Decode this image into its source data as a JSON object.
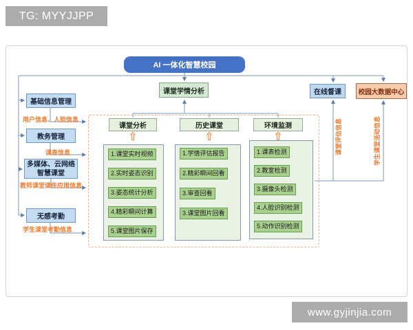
{
  "watermark_top": "TG: MYYJJPP",
  "watermark_bottom": "www.gyjinjia.com",
  "diagram": {
    "root": "AI 一体化智慧校园",
    "hub": "课堂学情分析",
    "left_modules": [
      {
        "label": "基础信息管理",
        "flow": "用户信息、人脸信息"
      },
      {
        "label": "教务管理",
        "flow": "课表信息"
      },
      {
        "label": "多媒体、云网络智慧课堂",
        "flow": "教师课堂课件应用信息"
      },
      {
        "label": "无感考勤",
        "flow": "学生课堂考勤信息"
      }
    ],
    "columns": [
      {
        "header": "课堂分析",
        "items": [
          "1.课堂实时视频",
          "2.实时姿态识别",
          "3.姿态统计分析",
          "4.精彩瞬间计算",
          "5.课堂图片保存"
        ]
      },
      {
        "header": "历史课堂",
        "items": [
          "1.学情评估报告",
          "2.精彩瞬间回看",
          "3.审查回看",
          "3.课堂图片回看"
        ]
      },
      {
        "header": "环境监测",
        "items": [
          "1.课表检测",
          "2.教室检测",
          "3.摄像头检测",
          "4.人脸识别检测",
          "5.动作识别检测"
        ]
      }
    ],
    "right_modules": [
      {
        "label": "在线督课",
        "flow": "课堂评估信息"
      },
      {
        "label": "校园大数据中心",
        "flow": "学生课堂活动信息"
      }
    ]
  },
  "icons": {
    "up_block_arrow": "⇧"
  },
  "colors": {
    "root_blue": "#4472c4",
    "module_blue": "#bdd7ee",
    "hub_green": "#d5e8d4",
    "item_green": "#a9d08e",
    "data_center_peach": "#f8cbad",
    "flow_orange": "#ed7d31",
    "dashed_border": "#f4b183",
    "wire_blue": "#7c95b6",
    "watermark_gray": "#acacac"
  }
}
